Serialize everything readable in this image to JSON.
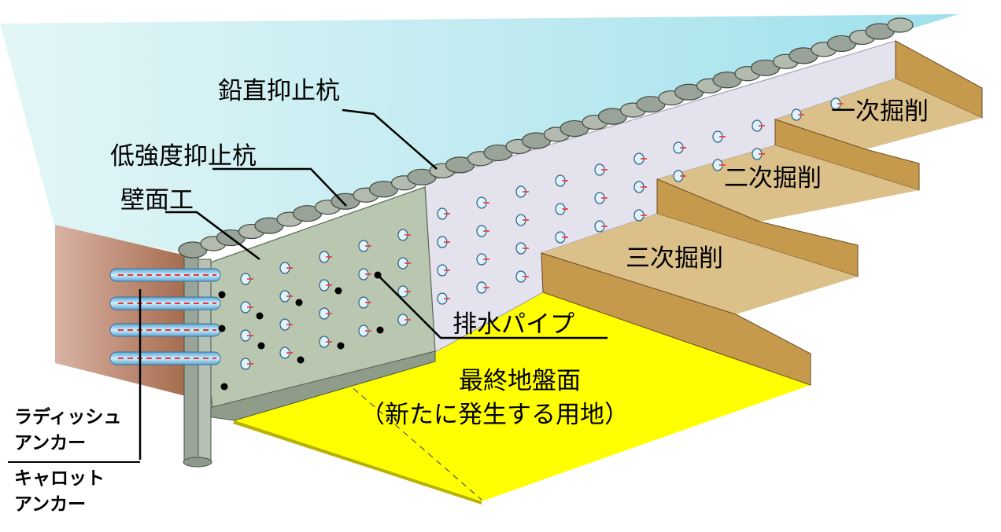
{
  "labels": {
    "vertical_pile": "鉛直抑止杭",
    "low_strength_pile": "低強度抑止杭",
    "wall_work": "壁面工",
    "first_excavation": "一次掘削",
    "second_excavation": "二次掘削",
    "third_excavation": "三次掘削",
    "drain_pipe": "排水パイプ",
    "final_ground_line1": "最終地盤面",
    "final_ground_line2": "（新たに発生する用地）",
    "radish_anchor_line1": "ラディッシュ",
    "radish_anchor_line2": "アンカー",
    "carrot_anchor_line1": "キャロット",
    "carrot_anchor_line2": "アンカー"
  },
  "colors": {
    "sky": "#aee6ee",
    "soil": "#c69a4a",
    "ground_plane": "#ffff00",
    "wall_face": "#b9c6b0",
    "cut_face": "#e4e2ec",
    "anchor": "#7fc0e6"
  }
}
